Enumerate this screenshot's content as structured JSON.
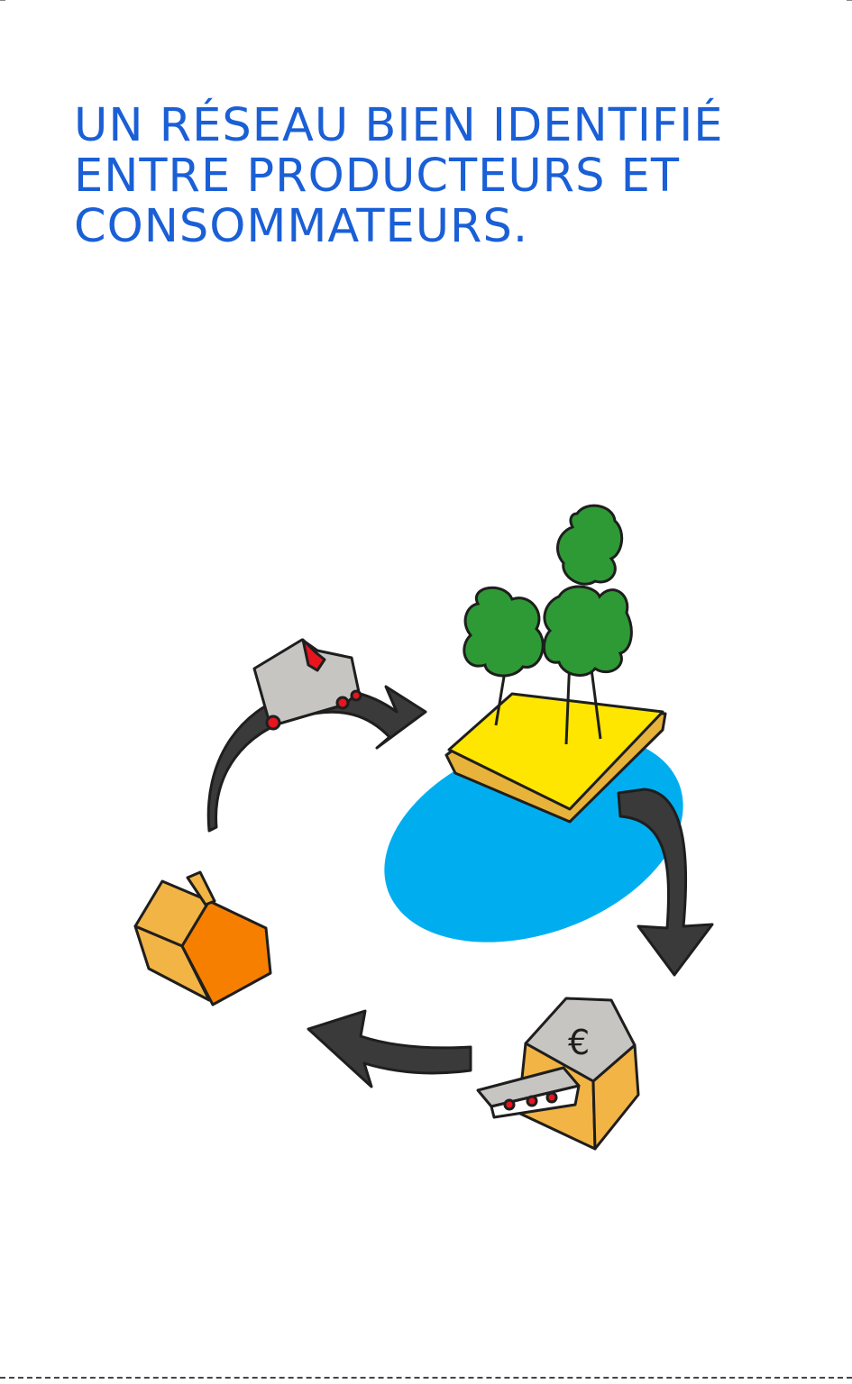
{
  "headline": {
    "line1": "UN RÉSEAU BIEN IDENTIFIÉ",
    "line2": "ENTRE PRODUCTEURS ET",
    "line3": "CONSOMMATEURS."
  },
  "colors": {
    "headline": "#1a5fd6",
    "water": "#00aef0",
    "field": "#ffe600",
    "tree": "#2e9a35",
    "house_light": "#f2b444",
    "house_dark": "#f77f00",
    "truck": "#c7c5c2",
    "truck_accent": "#e8141e",
    "arrow": "#3a3a3a",
    "outline": "#1e1e1e"
  },
  "illustration": {
    "icons": [
      "farm-field-icon",
      "tree-icon",
      "truck-icon",
      "house-icon",
      "shop-icon",
      "euro-icon",
      "cycle-arrow-icon"
    ],
    "shop_sign_symbol": "€"
  }
}
